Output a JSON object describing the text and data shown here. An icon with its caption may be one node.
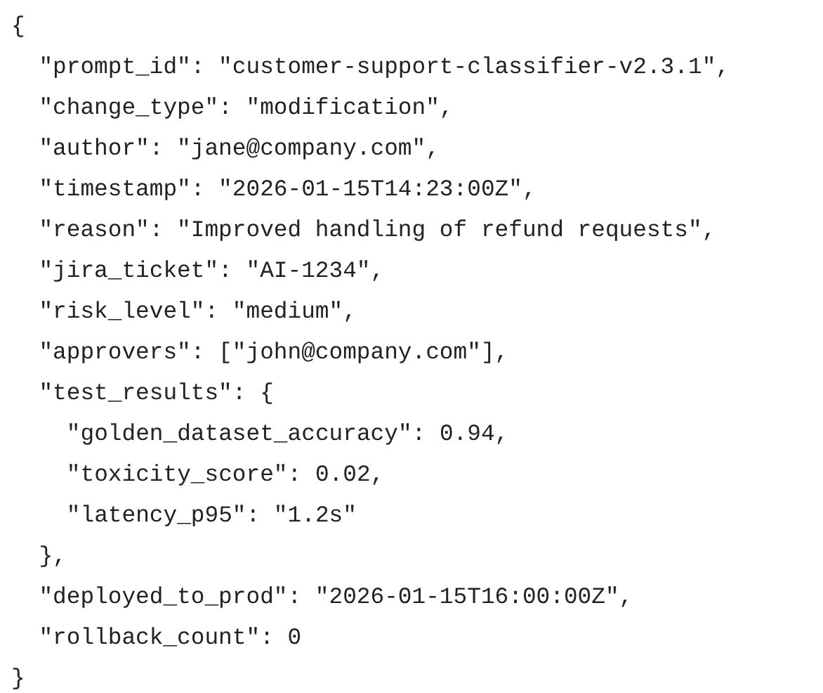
{
  "diagram": {
    "labels": [
      "{",
      "\"prompt_id\": \"customer-support-classifier-v2.3.1\",",
      "\"change_type\": \"modification\",",
      "\"author\": \"jane@company.com\",",
      "\"timestamp\": \"2026-01-15T14:23:00Z\",",
      "\"reason\": \"Improved handling of refund requests\",",
      "\"jira_ticket\": \"AI-1234\",",
      "\"risk_level\": \"medium\",",
      "\"approvers\": [\"john@company.com\"],",
      "\"test_results\": {",
      "\"golden_dataset_accuracy\": 0.94,",
      "\"toxicity_score\": 0.02,",
      "\"latency_p95\": \"1.2s\"",
      "},",
      "\"deployed_to_prod\": \"2026-01-15T16:00:00Z\",",
      "\"rollback_count\": 0",
      "}"
    ]
  }
}
